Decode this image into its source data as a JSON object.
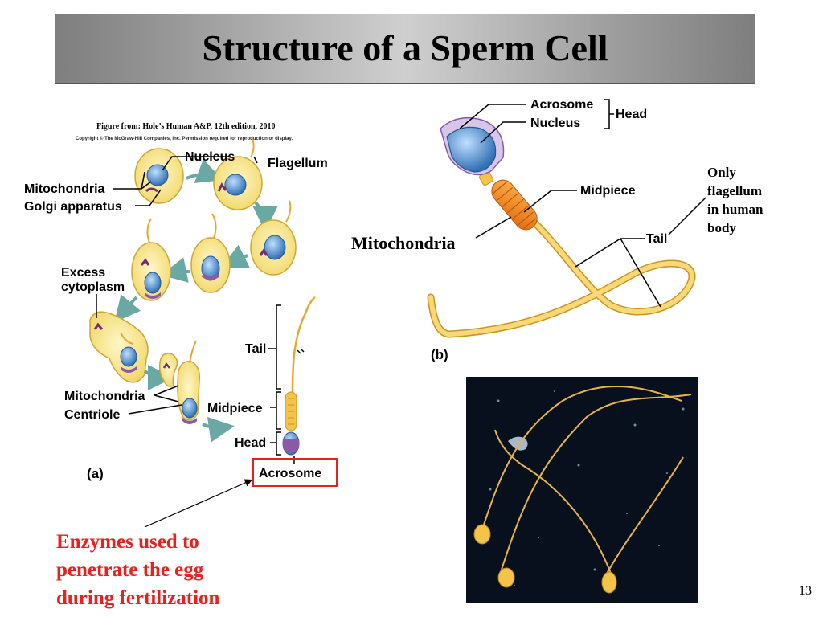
{
  "slide": {
    "title": "Structure of a Sperm Cell",
    "citation": "Figure from: Hole’s Human A&P, 12th edition, 2010",
    "copyright": "Copyright © The McGraw-Hill Companies, Inc. Permission required for reproduction or display.",
    "page_number": "13"
  },
  "panel_a": {
    "letter": "(a)",
    "labels": {
      "nucleus": "Nucleus",
      "flagellum": "Flagellum",
      "mitochondria": "Mitochondria",
      "golgi": "Golgi apparatus",
      "excess_1": "Excess",
      "excess_2": "cytoplasm",
      "mitochondria_2": "Mitochondria",
      "centriole": "Centriole",
      "tail": "Tail",
      "midpiece": "Midpiece",
      "head": "Head",
      "acrosome": "Acrosome"
    }
  },
  "panel_b": {
    "letter": "(b)",
    "labels": {
      "acrosome": "Acrosome",
      "nucleus": "Nucleus",
      "head": "Head",
      "midpiece": "Midpiece",
      "tail": "Tail"
    },
    "mitochondria_callout": "Mitochondria",
    "side_note": [
      "Only",
      "flagellum",
      "in human",
      "body"
    ]
  },
  "enzymes_note": [
    "Enzymes used to",
    "penetrate the egg",
    "during fertilization"
  ],
  "colors": {
    "cell_fill": "#f7e48a",
    "nucleus_blue": "#4a86c5",
    "acrosome_purple": "#8a5aa8",
    "midpiece_orange": "#f08a22",
    "tail_yellow": "#f4c44a",
    "arrow_teal": "#6aa8a4",
    "callout_red": "#e8201e"
  }
}
